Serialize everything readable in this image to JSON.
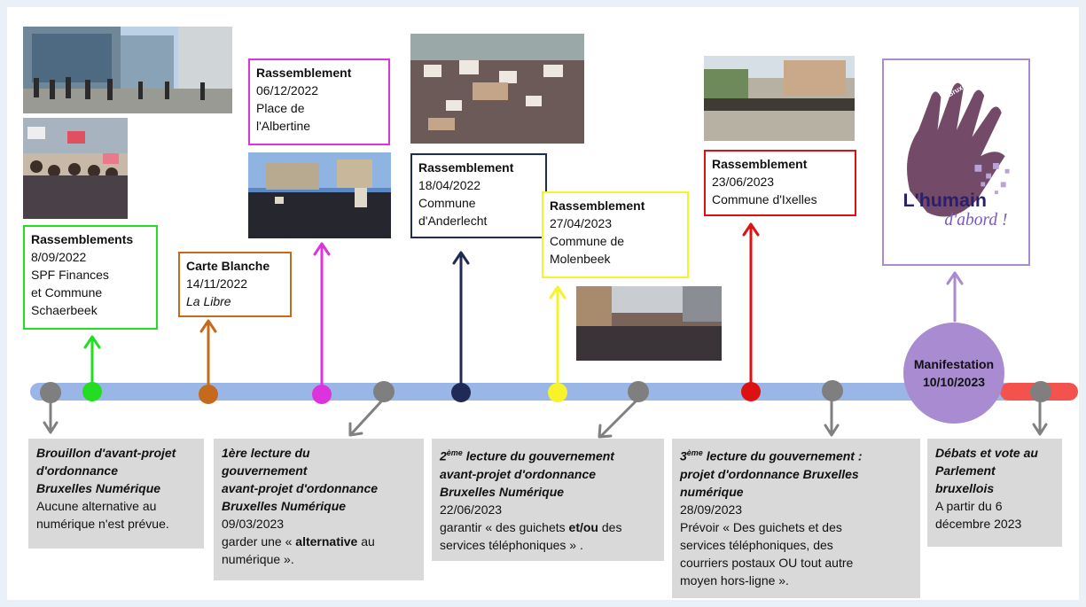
{
  "colors": {
    "timeline": "#9ab6e6",
    "timeline_end": "#f4524d",
    "green": "#22dd22",
    "orange": "#c56a1b",
    "magenta": "#dd33dd",
    "navy": "#1f2a55",
    "yellow": "#f7f22a",
    "red": "#dd1111",
    "purple": "#a88bd0",
    "gray": "#808080"
  },
  "events": {
    "e1": {
      "title": "Rassemblements",
      "lines": [
        "8/09/2022",
        "SPF Finances",
        "et Commune",
        "Schaerbeek"
      ]
    },
    "e2": {
      "title": "Carte Blanche",
      "date": "14/11/2022",
      "source": "La Libre"
    },
    "e3": {
      "title": "Rassemblement",
      "lines": [
        "06/12/2022",
        "Place de",
        "l'Albertine"
      ]
    },
    "e4": {
      "title": "Rassemblement",
      "lines": [
        "18/04/2022",
        "Commune",
        "d'Anderlecht"
      ]
    },
    "e5": {
      "title": "Rassemblement",
      "lines": [
        "27/04/2023",
        "Commune de",
        "Molenbeek"
      ]
    },
    "e6": {
      "title": "Rassemblement",
      "lines": [
        "23/06/2023",
        "Commune d'Ixelles"
      ]
    },
    "manif": {
      "title": "Manifestation",
      "date": "10/10/2023"
    }
  },
  "poster": {
    "tag": "# Bruxelles numérique ?",
    "text1": "L'humain",
    "text2": "d'abord !"
  },
  "steps": {
    "s1": {
      "title": [
        "Brouillon d'avant-projet",
        "d'ordonnance",
        "Bruxelles Numérique"
      ],
      "body": [
        "Aucune alternative au",
        "numérique n'est prévue."
      ]
    },
    "s2": {
      "title": [
        "1ère lecture du",
        "gouvernement",
        "avant-projet d'ordonnance",
        "Bruxelles Numérique"
      ],
      "date": "09/03/2023",
      "body_pre": "garder une « ",
      "body_bold": "alternative",
      "body_post": " au",
      "body_end": "numérique »."
    },
    "s3": {
      "title_num": "2",
      "title_sup": "ème",
      "title": [
        " lecture du gouvernement",
        "avant-projet d'ordonnance",
        "Bruxelles Numérique"
      ],
      "date": "22/06/2023",
      "body_pre": "garantir « des guichets ",
      "body_bold": "et/ou",
      "body_post": " des",
      "body_end": "services téléphoniques » ."
    },
    "s4": {
      "title_num": "3",
      "title_sup": "ème",
      "title": [
        " lecture du gouvernement :",
        "projet d'ordonnance Bruxelles",
        "numérique"
      ],
      "date": "28/09/2023",
      "body": [
        "Prévoir « Des guichets et des",
        "services téléphoniques, des",
        "courriers postaux OU tout autre",
        "moyen hors-ligne »."
      ]
    },
    "s5": {
      "title": [
        "Débats et vote au",
        "Parlement",
        "bruxellois"
      ],
      "body": [
        "A partir du 6",
        "décembre 2023"
      ]
    }
  }
}
